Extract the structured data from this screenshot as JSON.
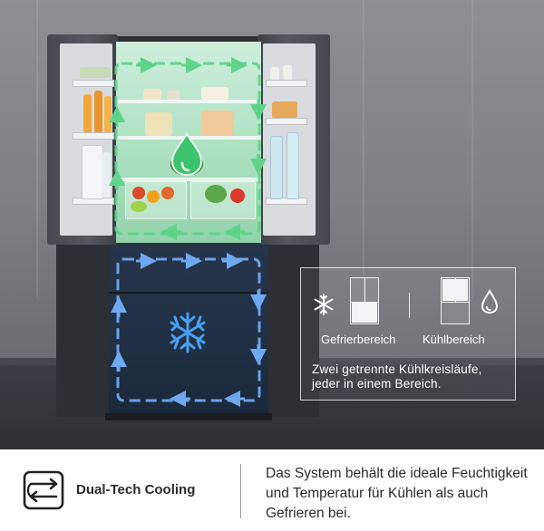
{
  "info_box": {
    "freezer_label": "Gefrierbereich",
    "fridge_label": "Kühlbereich",
    "caption": "Zwei getrennte Kühlkreisläufe, jeder in einem Bereich."
  },
  "feature": {
    "title": "Dual-Tech Cooling",
    "description": "Das System behält die ideale Feuchtigkeit und Temperatur für Kühlen als auch Gefrieren bei."
  },
  "icons": {
    "fridge_flow": "water-drop-icon",
    "freezer_flow": "snowflake-icon",
    "box_freezer": "snowflake-icon",
    "box_fridge": "water-drop-icon",
    "feature": "dual-circuit-icon"
  },
  "colors": {
    "fridge_flow": "#5fd38a",
    "freezer_flow": "#6fa8ee",
    "drop_fill": "#3cc36b",
    "snowflake": "#4a9ff0",
    "banner_text": "#2b2b2b"
  }
}
